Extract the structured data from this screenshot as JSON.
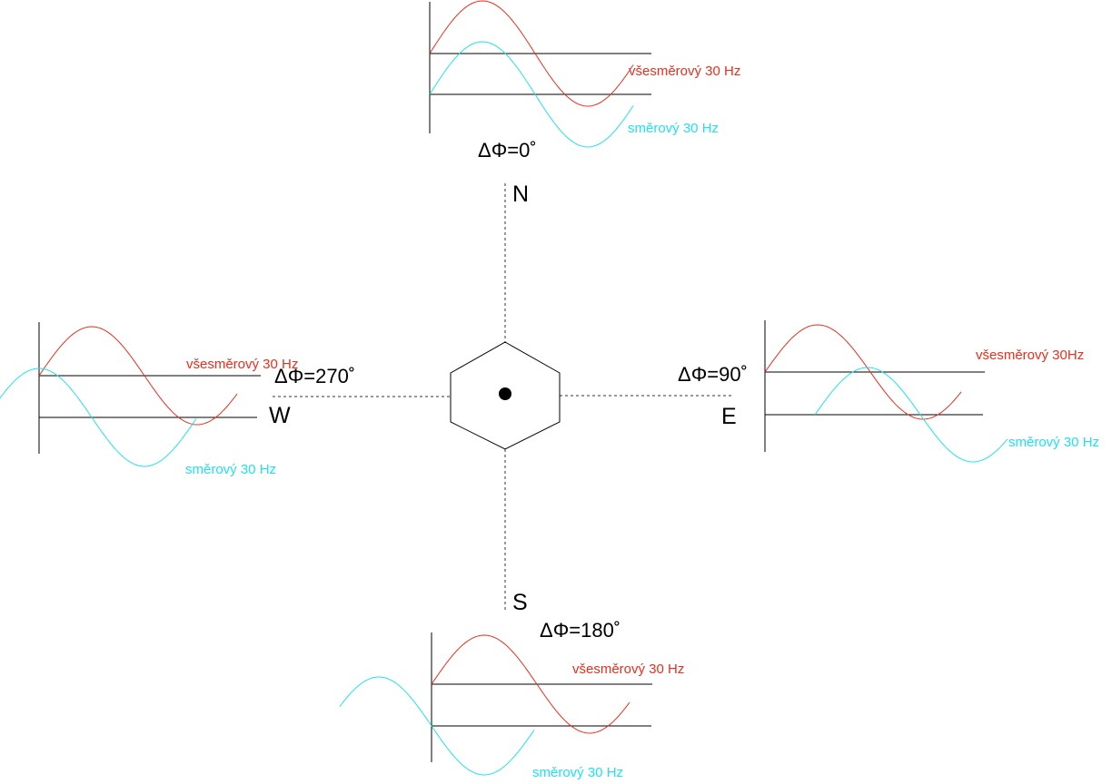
{
  "colors": {
    "reference": "#e8301e",
    "variable": "#22e0f0",
    "ink": "#000000"
  },
  "directions": {
    "north": "N",
    "south": "S",
    "east": "E",
    "west": "W"
  },
  "phase_labels": {
    "north": "ΔΦ=0˚",
    "east": "ΔΦ=90˚",
    "south": "ΔΦ=180˚",
    "west": "ΔΦ=270˚"
  },
  "signal_labels": {
    "north_ref": "všesměrový 30 Hz",
    "north_var": "směrový 30 Hz",
    "east_ref": "všesměrový 30Hz",
    "east_var": "směrový 30 Hz",
    "south_ref": "všesměrový 30 Hz",
    "south_var": "směrový 30 Hz",
    "west_ref": "všesměrový 30 Hz",
    "west_var": "směrový 30 Hz"
  },
  "panels": [
    {
      "id": "north",
      "phase_shift_deg": 0
    },
    {
      "id": "east",
      "phase_shift_deg": 90
    },
    {
      "id": "south",
      "phase_shift_deg": 180
    },
    {
      "id": "west",
      "phase_shift_deg": 270
    }
  ]
}
